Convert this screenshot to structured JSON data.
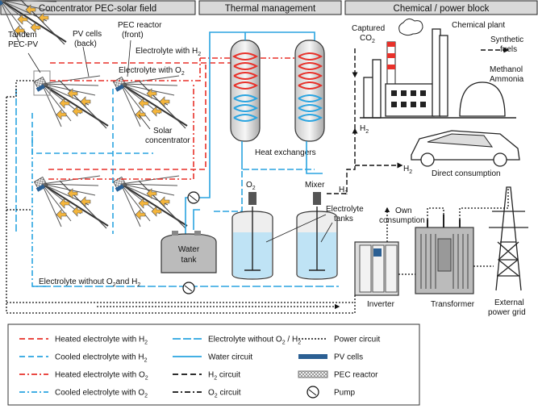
{
  "headers": {
    "field": "Concentrator PEC-solar field",
    "thermal": "Thermal management",
    "chemical": "Chemical / power block"
  },
  "labels": {
    "tandem_1": "Tandem",
    "tandem_2": "PEC-PV",
    "pv_cells_1": "PV cells",
    "pv_cells_2": "(back)",
    "pec_reactor_1": "PEC reactor",
    "pec_reactor_2": "(front)",
    "electrolyte_h2": "Electrolyte with H",
    "electrolyte_o2": "Electrolyte with O",
    "solar_1": "Solar",
    "solar_2": "concentrator",
    "heat_exchangers": "Heat exchangers",
    "o2": "O",
    "mixer": "Mixer",
    "h2_mixer": "H",
    "electrolyte_tanks_1": "Electrolyte",
    "electrolyte_tanks_2": "tanks",
    "water_tank_1": "Water",
    "water_tank_2": "tank",
    "electrolyte_without": "Electrolyte without O",
    "electrolyte_without_and": "and H",
    "captured_1": "Captured",
    "captured_2": "CO",
    "chemical_plant": "Chemical plant",
    "synthetic_1": "Synthetic",
    "synthetic_2": "fuels",
    "methanol": "Methanol",
    "ammonia": "Ammonia",
    "h2_plant": "H",
    "h2_car": "H",
    "direct_consumption": "Direct consumption",
    "own_1": "Own",
    "own_2": "consumption",
    "inverter": "Inverter",
    "transformer": "Transformer",
    "external_1": "External",
    "external_2": "power grid",
    "sub_2": "2"
  },
  "legend": {
    "items": [
      {
        "label": "Heated electrolyte with H",
        "sub": "2",
        "color": "#e8312a",
        "style": "dashed"
      },
      {
        "label": "Cooled electrolyte with H",
        "sub": "2",
        "color": "#2aa4e0",
        "style": "dashed"
      },
      {
        "label": "Heated electrolyte with O",
        "sub": "2",
        "color": "#e8312a",
        "style": "dashdot"
      },
      {
        "label": "Cooled electrolyte with O",
        "sub": "2",
        "color": "#2aa4e0",
        "style": "dashdot"
      },
      {
        "label": "Electrolyte without O",
        "sub": "2",
        "tail": " / H",
        "sub2": "2",
        "color": "#2aa4e0",
        "style": "longdash"
      },
      {
        "label": "Water circuit",
        "color": "#2aa4e0",
        "style": "solid"
      },
      {
        "label": "H",
        "sub": "2",
        "tail": " circuit",
        "color": "#111111",
        "style": "dashed"
      },
      {
        "label": "O",
        "sub": "2",
        "tail": " circuit",
        "color": "#111111",
        "style": "dashdot"
      },
      {
        "label": "Power circuit",
        "color": "#111111",
        "style": "dotted"
      },
      {
        "label": "PV cells",
        "color": "#2b5f93",
        "style": "pv"
      },
      {
        "label": "PEC reactor",
        "color": "#999999",
        "style": "pec"
      },
      {
        "label": "Pump",
        "color": "#111111",
        "style": "pump"
      }
    ]
  },
  "colors": {
    "heated": "#e8312a",
    "cooled": "#2aa4e0",
    "pv": "#2b5f93",
    "arrow_fill": "#f5b63c",
    "header_bg": "#d9d9d9",
    "tank_liquid": "#bfe3f5"
  }
}
